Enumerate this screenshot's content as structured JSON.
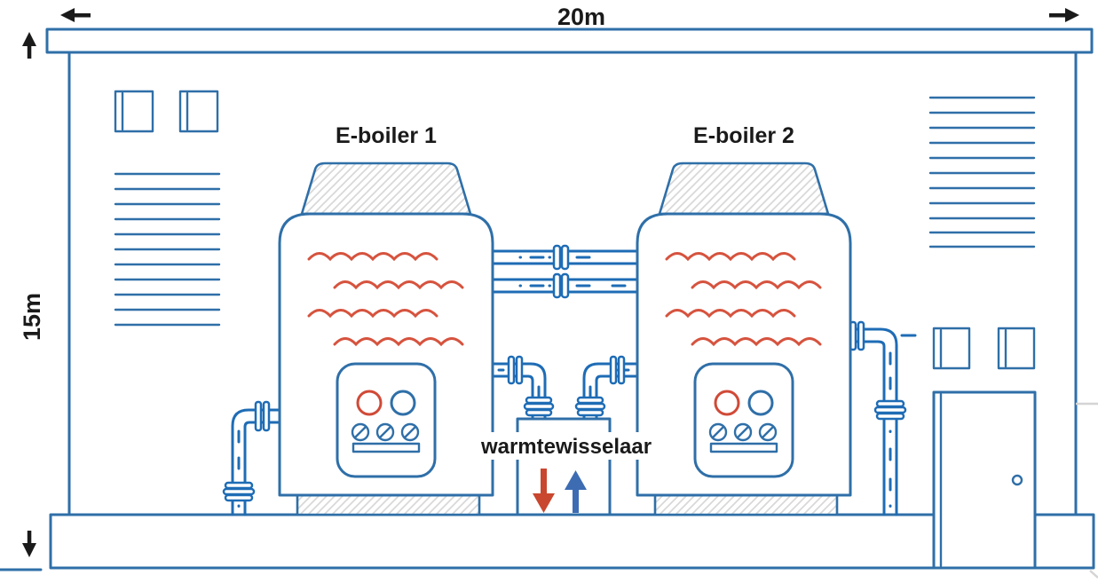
{
  "dimensions": {
    "width_label": "20m",
    "height_label": "15m"
  },
  "boilers": [
    {
      "label": "E-boiler 1"
    },
    {
      "label": "E-boiler 2"
    }
  ],
  "heat_exchanger": {
    "label": "warmtewisselaar",
    "hot_flow_direction": "down",
    "cold_flow_direction": "up"
  },
  "icons": {
    "dim-arrow-left-icon": "←",
    "dim-arrow-right-icon": "→",
    "dim-arrow-up-icon": "↑",
    "dim-arrow-down-icon": "↓",
    "flow-down-arrow-icon": "↓",
    "flow-up-arrow-icon": "↑"
  },
  "colors": {
    "outline": "#2f6fa8",
    "pipe": "#1e6cb5",
    "wave": "#d6533e",
    "panel-red": "#d04a37",
    "flow-red": "#c9472e",
    "flow-blue": "#3d6cb3",
    "ink": "#1a1a1a",
    "hatch": "#d8d8d8",
    "faint": "#d4d4d4"
  }
}
